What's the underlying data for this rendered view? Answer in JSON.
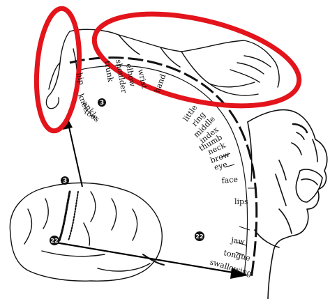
{
  "homunculus": {
    "labels": [
      {
        "key": "hip",
        "text": "hip"
      },
      {
        "key": "trunk",
        "text": "trunk"
      },
      {
        "key": "shoulder",
        "text": "shoulder"
      },
      {
        "key": "elbow",
        "text": "elbow"
      },
      {
        "key": "wrist",
        "text": "wrist"
      },
      {
        "key": "hand",
        "text": "hand"
      },
      {
        "key": "little",
        "text": "little"
      },
      {
        "key": "ring",
        "text": "ring"
      },
      {
        "key": "middle",
        "text": "middle"
      },
      {
        "key": "index",
        "text": "index"
      },
      {
        "key": "thumb",
        "text": "thumb"
      },
      {
        "key": "neck",
        "text": "neck"
      },
      {
        "key": "brow",
        "text": "brow"
      },
      {
        "key": "eye",
        "text": "eye"
      },
      {
        "key": "face",
        "text": "face"
      },
      {
        "key": "lips",
        "text": "lips"
      },
      {
        "key": "jaw",
        "text": "jaw"
      },
      {
        "key": "tongue",
        "text": "tongue"
      },
      {
        "key": "swallowing",
        "text": "swallowing"
      },
      {
        "key": "knee",
        "text": "knee"
      },
      {
        "key": "ankle",
        "text": "ankle"
      },
      {
        "key": "toes",
        "text": "toes"
      }
    ],
    "markers": [
      {
        "key": "marker-3-top",
        "text": "3"
      },
      {
        "key": "marker-3-brain",
        "text": "3"
      },
      {
        "key": "marker-22-brain",
        "text": "22"
      },
      {
        "key": "marker-22-arc",
        "text": "22"
      }
    ]
  },
  "annotations": {
    "highlight_color": "#e3141b",
    "arrow_color": "#000000"
  }
}
